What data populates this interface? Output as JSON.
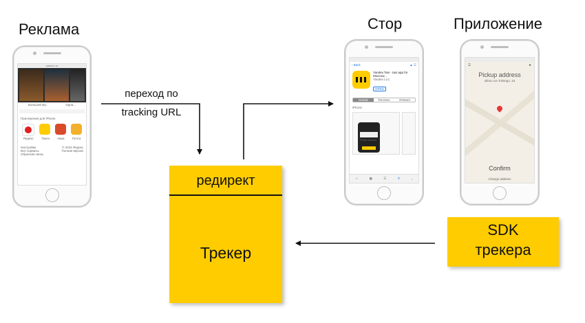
{
  "labels": {
    "ad": "Реклама",
    "store": "Стор",
    "app": "Приложение",
    "transition_line1": "переход по",
    "transition_line2": "tracking URL",
    "redirect": "редирект",
    "tracker": "Трекер",
    "sdk_line1": "SDK",
    "sdk_line2": "трекера"
  },
  "colors": {
    "box_yellow": "#ffcc00",
    "arrow": "#111111",
    "phone_frame": "#c9c9c9"
  },
  "ad_screen": {
    "posters": [
      "Большой Ир..",
      "Одна..."
    ],
    "apps_header": "Приложения для iPhone",
    "apps": [
      "Яндекс",
      "Такси",
      "Авиа",
      "Почта"
    ],
    "footer_links": [
      "Настройки",
      "Все сервисы",
      "Обратная связь"
    ],
    "footer_right": [
      "© 2015 Яндекс",
      "Полная версия"
    ]
  },
  "store_screen": {
    "back": "Back",
    "app_name": "Yandex.Taxi - taxi app for Moscow...",
    "developer": "Yandex LLC",
    "get_button": "OPEN",
    "tabs": [
      "Details",
      "Reviews",
      "Related"
    ],
    "section": "iPhone",
    "preview_text": "Pickup address"
  },
  "app_screen": {
    "pickup_title": "Pickup address",
    "address": "ulitsa Lva Tolstogo, 16",
    "confirm": "Confirm",
    "change": "Change address"
  }
}
